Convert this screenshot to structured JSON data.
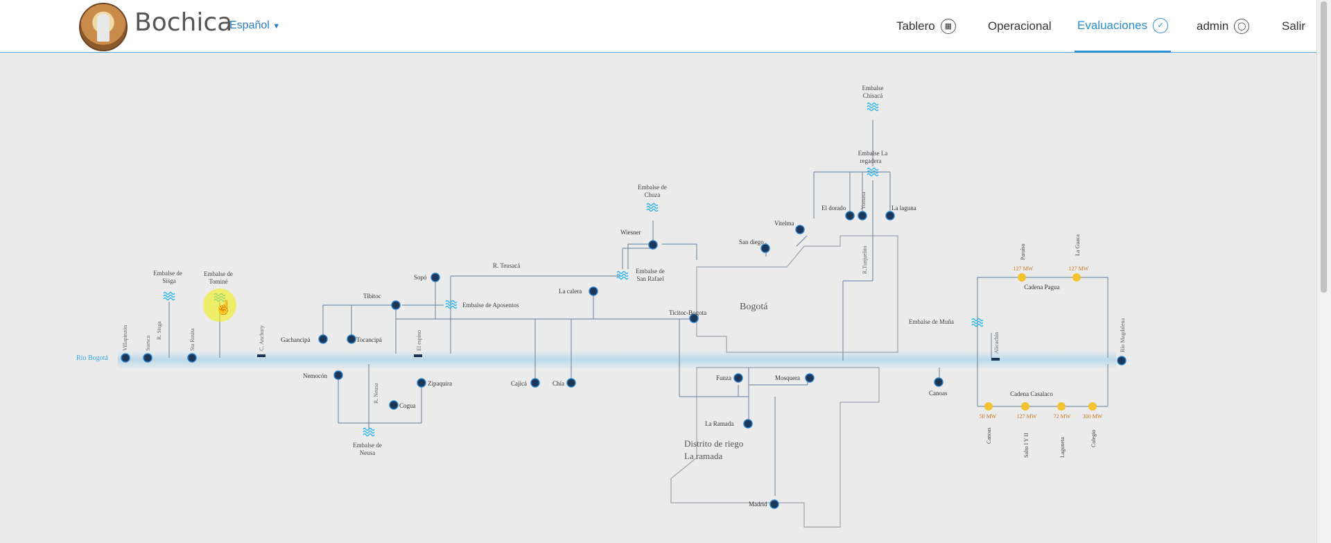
{
  "header": {
    "brand": "Bochica",
    "language": "Español",
    "nav": [
      {
        "label": "Tablero",
        "icon": "calendar-icon"
      },
      {
        "label": "Operacional"
      },
      {
        "label": "Evaluaciones",
        "icon": "check-icon"
      },
      {
        "label": "admin",
        "icon": "user-icon"
      },
      {
        "label": "Salir"
      }
    ]
  },
  "colors": {
    "river": "#bcd9ea",
    "node": "#1d3557",
    "node_border": "#2a7fc4",
    "hydro": "#f2c230",
    "hydro_text": "#c9771f",
    "line": "#7a8fa8",
    "accent": "#2a8fd6"
  },
  "map": {
    "river_label": "Río Bogotá",
    "region_bogota": "Bogotá",
    "district_line1": "Distrito de riego",
    "district_line2": "La ramada",
    "reservoirs": {
      "sisga": [
        "Embalse de",
        "Sisga"
      ],
      "tomine": [
        "Embalse de",
        "Tominé"
      ],
      "chuza": [
        "Embalse de",
        "Chuza"
      ],
      "chisaca": [
        "Embalse",
        "Chisacá"
      ],
      "regadera": [
        "Embalse La",
        "regadera"
      ],
      "san_rafael": [
        "Embalse de",
        "San Rafael"
      ],
      "neusa": [
        "Embalse de",
        "Neusa"
      ],
      "aposentos": "Embalse de Aposentos",
      "muna": "Embalse de Muña"
    },
    "river_stations": [
      "Villapinzón",
      "Suesca",
      "Sta Rosita",
      "C. Anchury",
      "El espino",
      "Alicachín",
      "Río Magdalena"
    ],
    "rivers": {
      "sisga": "R. Sisga",
      "neusa": "R. Neusa",
      "teusaca": "R. Teusacá",
      "tunjuelito": "R.Tunjuelito",
      "yomasa": "Yomasa"
    },
    "nodes": {
      "tibitoc": "Tibitoc",
      "sopo": "Sopó",
      "gachancipa": "Gachancipá",
      "tocancipa": "Tocancipá",
      "nemocon": "Nemocón",
      "zipaquira": "Zipaquira",
      "cogua": "Cogua",
      "cajica": "Cajicá",
      "chia": "Chía",
      "la_calera": "La calera",
      "wiesner": "Wiesner",
      "ticitoc": "Ticitoc-Bogota",
      "san_diego": "San diego",
      "vitelma": "Vitelma",
      "el_dorado": "El dorado",
      "la_laguna": "La laguna",
      "funza": "Funza",
      "mosquera": "Mosquera",
      "la_ramada": "La Ramada",
      "madrid": "Madrid",
      "canoas": "Canoas"
    },
    "pagua": {
      "title": "Cadena Pagua",
      "plants": [
        "Paraíso",
        "La Guaca"
      ],
      "mw": [
        "127 MW",
        "127 MW"
      ]
    },
    "casalaco": {
      "title": "Cadena Casalaco",
      "plants": [
        "Canoas",
        "Salto I Y II",
        "Laguneta",
        "Colegio"
      ],
      "mw": [
        "50 MW",
        "127 MW",
        "72 MW",
        "300 MW"
      ]
    }
  }
}
